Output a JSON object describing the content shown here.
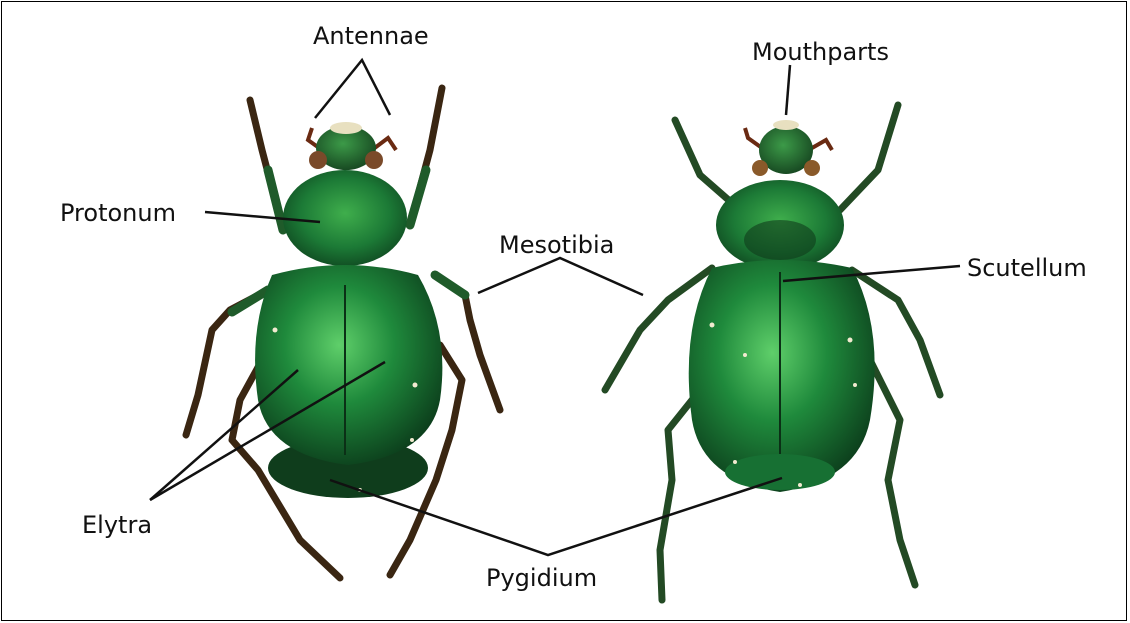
{
  "labels": {
    "antennae": "Antennae",
    "mouthparts": "Mouthparts",
    "protonum": "Protonum",
    "mesotibia": "Mesotibia",
    "scutellum": "Scutellum",
    "elytra": "Elytra",
    "pygidium": "Pygidium"
  },
  "colors": {
    "beetle_green": "#1f7a3a",
    "beetle_dark": "#0d3b1c",
    "leg_brown": "#5a2a14",
    "line": "#111111"
  }
}
